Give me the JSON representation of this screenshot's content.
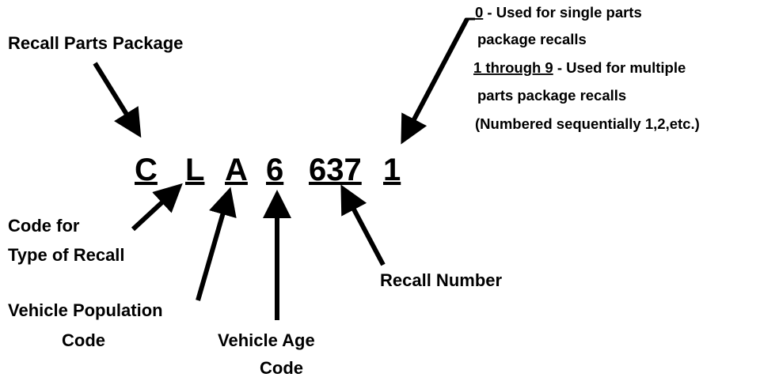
{
  "labels": {
    "parts_package": "Recall Parts Package",
    "type_line1": "Code for",
    "type_line2": "Type of Recall",
    "population_line1": "Vehicle Population",
    "population_line2": "Code",
    "age_line1": "Vehicle Age",
    "age_line2": "Code",
    "recall_number": "Recall Number"
  },
  "code": {
    "type": "C",
    "population": "L",
    "age_char": "A",
    "age_digit": "6",
    "number": "637",
    "package": "1"
  },
  "note": {
    "zero": "0",
    "zero_text": " - Used for single parts",
    "line2": "package recalls",
    "range": "1 through 9",
    "range_text": " - Used for multiple",
    "line4": "parts package recalls",
    "line5": "(Numbered sequentially 1,2,etc.)"
  }
}
